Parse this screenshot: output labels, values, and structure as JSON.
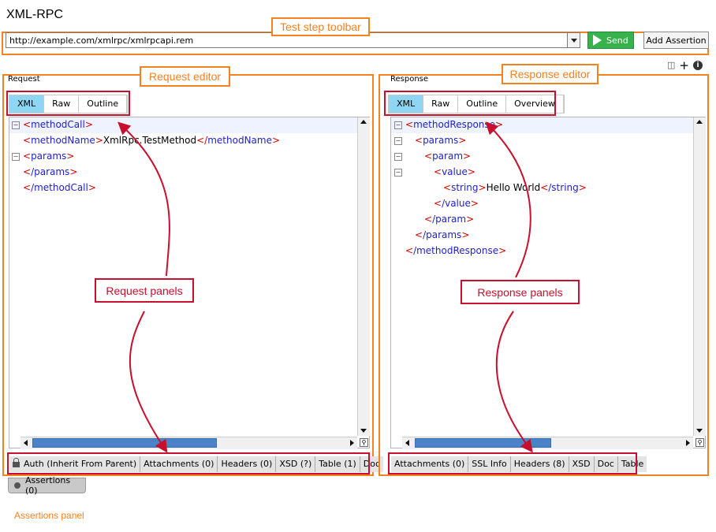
{
  "page_title": "XML-RPC",
  "toolbar": {
    "url_value": "http://example.com/xmlrpc/xmlrpcapi.rem",
    "send_label": "Send",
    "add_assertion_label": "Add Assertion"
  },
  "request": {
    "label": "Request",
    "tabs": [
      "XML",
      "Raw",
      "Outline"
    ],
    "active_tab": "XML",
    "code": {
      "l1_tag": "methodCall",
      "l2_tag": "methodName",
      "l2_text": "XmlRpc.TestMethod",
      "l3_tag": "params",
      "l4_tag": "/params",
      "l5_tag": "/methodCall"
    },
    "panels": [
      "Auth (Inherit From Parent)",
      "Attachments (0)",
      "Headers (0)",
      "XSD (?)",
      "Table (1)",
      "Doc"
    ]
  },
  "response": {
    "label": "Response",
    "tabs": [
      "XML",
      "Raw",
      "Outline",
      "Overview"
    ],
    "active_tab": "XML",
    "code": {
      "l1_tag": "methodResponse",
      "l2_tag": "params",
      "l3_tag": "param",
      "l4_tag": "value",
      "l5_tag": "string",
      "l5_text": "Hello World",
      "l5_close": "/string",
      "l6_tag": "/value",
      "l7_tag": "/param",
      "l8_tag": "/params",
      "l9_tag": "/methodResponse"
    },
    "panels": [
      "Attachments (0)",
      "SSL Info",
      "Headers (8)",
      "XSD",
      "Doc",
      "Table"
    ]
  },
  "assertions_label": "Assertions (0)",
  "annotations": {
    "test_step_toolbar": "Test step toolbar",
    "request_editor": "Request editor",
    "response_editor": "Response editor",
    "request_panels": "Request panels",
    "response_panels": "Response panels",
    "assertions_panel": "Assertions panel"
  },
  "colors": {
    "annotation_orange": "#f58220",
    "annotation_red": "#c8102e",
    "send_green": "#37b24d",
    "active_tab_blue": "#8fd6f4",
    "xml_tag_blue": "#1f1fc8",
    "xml_bracket_red": "#d00000"
  }
}
